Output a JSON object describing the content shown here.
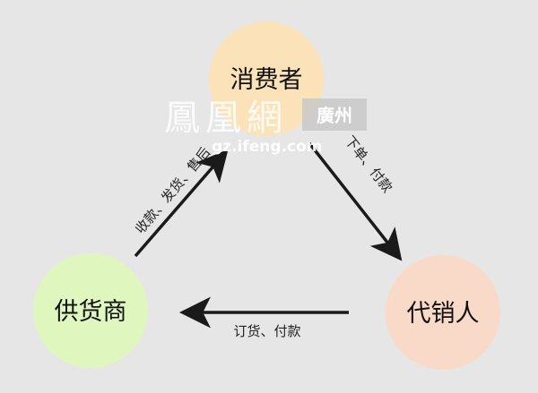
{
  "nodes": {
    "consumer": {
      "label": "消费者",
      "color": "#fbe2b8"
    },
    "supplier": {
      "label": "供货商",
      "color": "#dff7bf"
    },
    "distributor": {
      "label": "代销人",
      "color": "#f9d9c7"
    }
  },
  "edges": {
    "supplier_to_consumer": "收款、发货、售后",
    "consumer_to_distributor": "下单、付款",
    "distributor_to_supplier": "订货、付款"
  },
  "watermark": {
    "brand": "鳳凰網",
    "city": "廣州",
    "url": "gz.ifeng.com"
  },
  "colors": {
    "background": "#e6e6e6",
    "arrow": "#1a1a1a",
    "watermark_city_bg": "#c8c8c8"
  }
}
